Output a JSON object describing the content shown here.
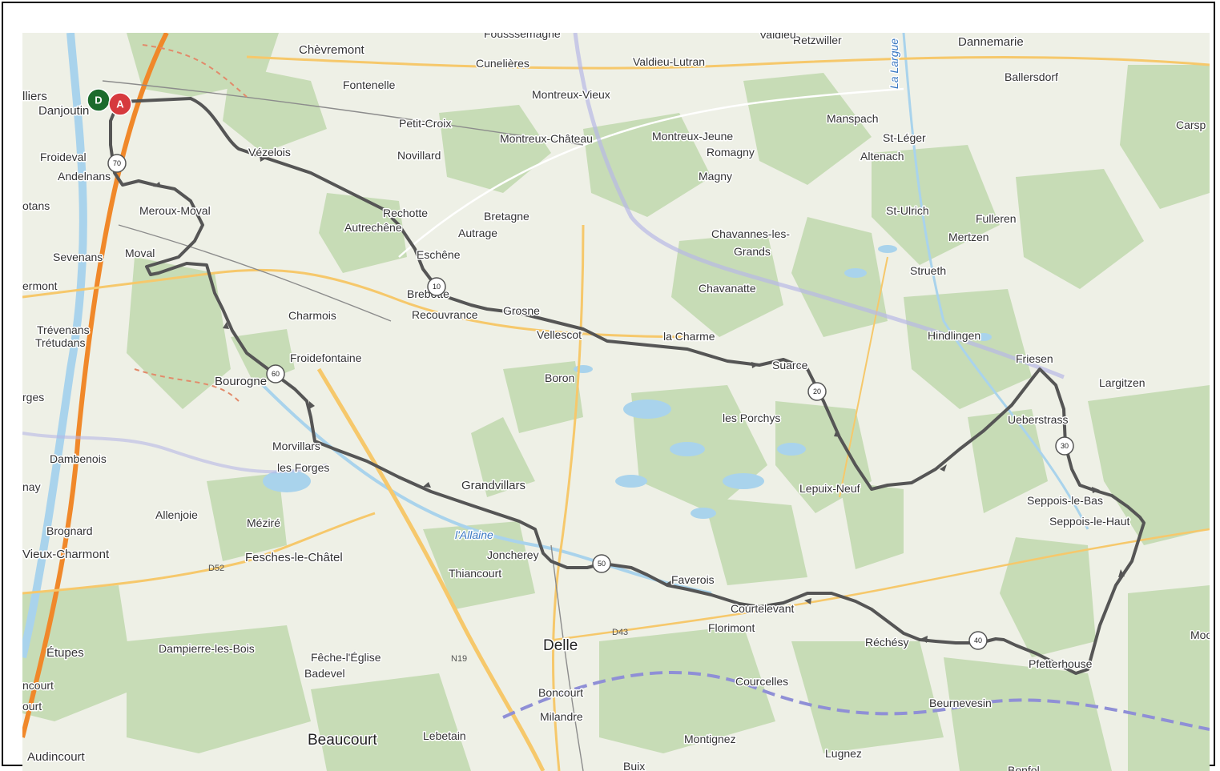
{
  "map": {
    "colors": {
      "land": "#eef0e6",
      "forest": "#c7dcb6",
      "water": "#a9d3ec",
      "road_major": "#f6c86b",
      "motorway": "#f0882a",
      "route": "#555555",
      "start_pin": "#1c6b2c",
      "end_pin": "#d63a3e",
      "border": "#8f8fd6"
    },
    "markers": [
      {
        "id": "start",
        "label": "D"
      },
      {
        "id": "end",
        "label": "A"
      }
    ],
    "km_markers": [
      "10",
      "20",
      "30",
      "40",
      "50",
      "60",
      "70"
    ],
    "road_labels": [
      "D52",
      "D43",
      "N19"
    ],
    "river_labels": [
      "l'Allaine",
      "La Largue"
    ],
    "places": [
      {
        "name": "Chèvremont"
      },
      {
        "name": "Fontenelle"
      },
      {
        "name": "Cunelières"
      },
      {
        "name": "Valdieu-Lutran"
      },
      {
        "name": "Retzwiller"
      },
      {
        "name": "Dannemarie"
      },
      {
        "name": "Ballersdorf"
      },
      {
        "name": "Carsp"
      },
      {
        "name": "Danjoutin"
      },
      {
        "name": "lliers"
      },
      {
        "name": "Montreux-Vieux"
      },
      {
        "name": "Petit-Croix"
      },
      {
        "name": "Montreux-Château"
      },
      {
        "name": "Montreux-Jeune"
      },
      {
        "name": "Romagny"
      },
      {
        "name": "Manspach"
      },
      {
        "name": "St-Léger"
      },
      {
        "name": "Altenach"
      },
      {
        "name": "Froideval"
      },
      {
        "name": "Andelnans"
      },
      {
        "name": "Vézelois"
      },
      {
        "name": "Novillard"
      },
      {
        "name": "Magny"
      },
      {
        "name": "otans"
      },
      {
        "name": "Meroux-Moval"
      },
      {
        "name": "Rechotte"
      },
      {
        "name": "Autrechêne"
      },
      {
        "name": "Bretagne"
      },
      {
        "name": "Autrage"
      },
      {
        "name": "St-Ulrich"
      },
      {
        "name": "Fulleren"
      },
      {
        "name": "Chavannes-les-"
      },
      {
        "name": "Grands"
      },
      {
        "name": "Mertzen"
      },
      {
        "name": "Sevenans"
      },
      {
        "name": "Moval"
      },
      {
        "name": "Eschêne"
      },
      {
        "name": "Strueth"
      },
      {
        "name": "ermont"
      },
      {
        "name": "Brebotte"
      },
      {
        "name": "Chavanatte"
      },
      {
        "name": "Charmois"
      },
      {
        "name": "Recouvrance"
      },
      {
        "name": "Grosne"
      },
      {
        "name": "Trévenans"
      },
      {
        "name": "Trétudans"
      },
      {
        "name": "Vellescot"
      },
      {
        "name": "la Charme"
      },
      {
        "name": "Hindlingen"
      },
      {
        "name": "Froidefontaine"
      },
      {
        "name": "Friesen"
      },
      {
        "name": "Suarce"
      },
      {
        "name": "Boron"
      },
      {
        "name": "Bourogne"
      },
      {
        "name": "Largitzen"
      },
      {
        "name": "rges"
      },
      {
        "name": "les Porchys"
      },
      {
        "name": "Ueberstrass"
      },
      {
        "name": "Morvillars"
      },
      {
        "name": "Dambenois"
      },
      {
        "name": "les Forges"
      },
      {
        "name": "nay"
      },
      {
        "name": "Grandvillars"
      },
      {
        "name": "Lepuix-Neuf"
      },
      {
        "name": "Seppois-le-Bas"
      },
      {
        "name": "Allenjoie"
      },
      {
        "name": "Seppois-le-Haut"
      },
      {
        "name": "Méziré"
      },
      {
        "name": "Brognard"
      },
      {
        "name": "Joncherey"
      },
      {
        "name": "Vieux-Charmont"
      },
      {
        "name": "Fesches-le-Châtel"
      },
      {
        "name": "Thiancourt"
      },
      {
        "name": "Faverois"
      },
      {
        "name": "Courtelevant"
      },
      {
        "name": "Florimont"
      },
      {
        "name": "Réchésy"
      },
      {
        "name": "Moo"
      },
      {
        "name": "Delle"
      },
      {
        "name": "Étupes"
      },
      {
        "name": "Dampierre-les-Bois"
      },
      {
        "name": "Pfetterhouse"
      },
      {
        "name": "Fêche-l'Église"
      },
      {
        "name": "Badevel"
      },
      {
        "name": "ncourt"
      },
      {
        "name": "Courcelles"
      },
      {
        "name": "ourt"
      },
      {
        "name": "Boncourt"
      },
      {
        "name": "Beurnevesin"
      },
      {
        "name": "Milandre"
      },
      {
        "name": "Lebetain"
      },
      {
        "name": "Beaucourt"
      },
      {
        "name": "Montignez"
      },
      {
        "name": "Audincourt"
      },
      {
        "name": "Lugnez"
      },
      {
        "name": "Buix"
      },
      {
        "name": "Bonfol"
      },
      {
        "name": "Fousssemagne"
      },
      {
        "name": "Valdieu"
      }
    ]
  }
}
